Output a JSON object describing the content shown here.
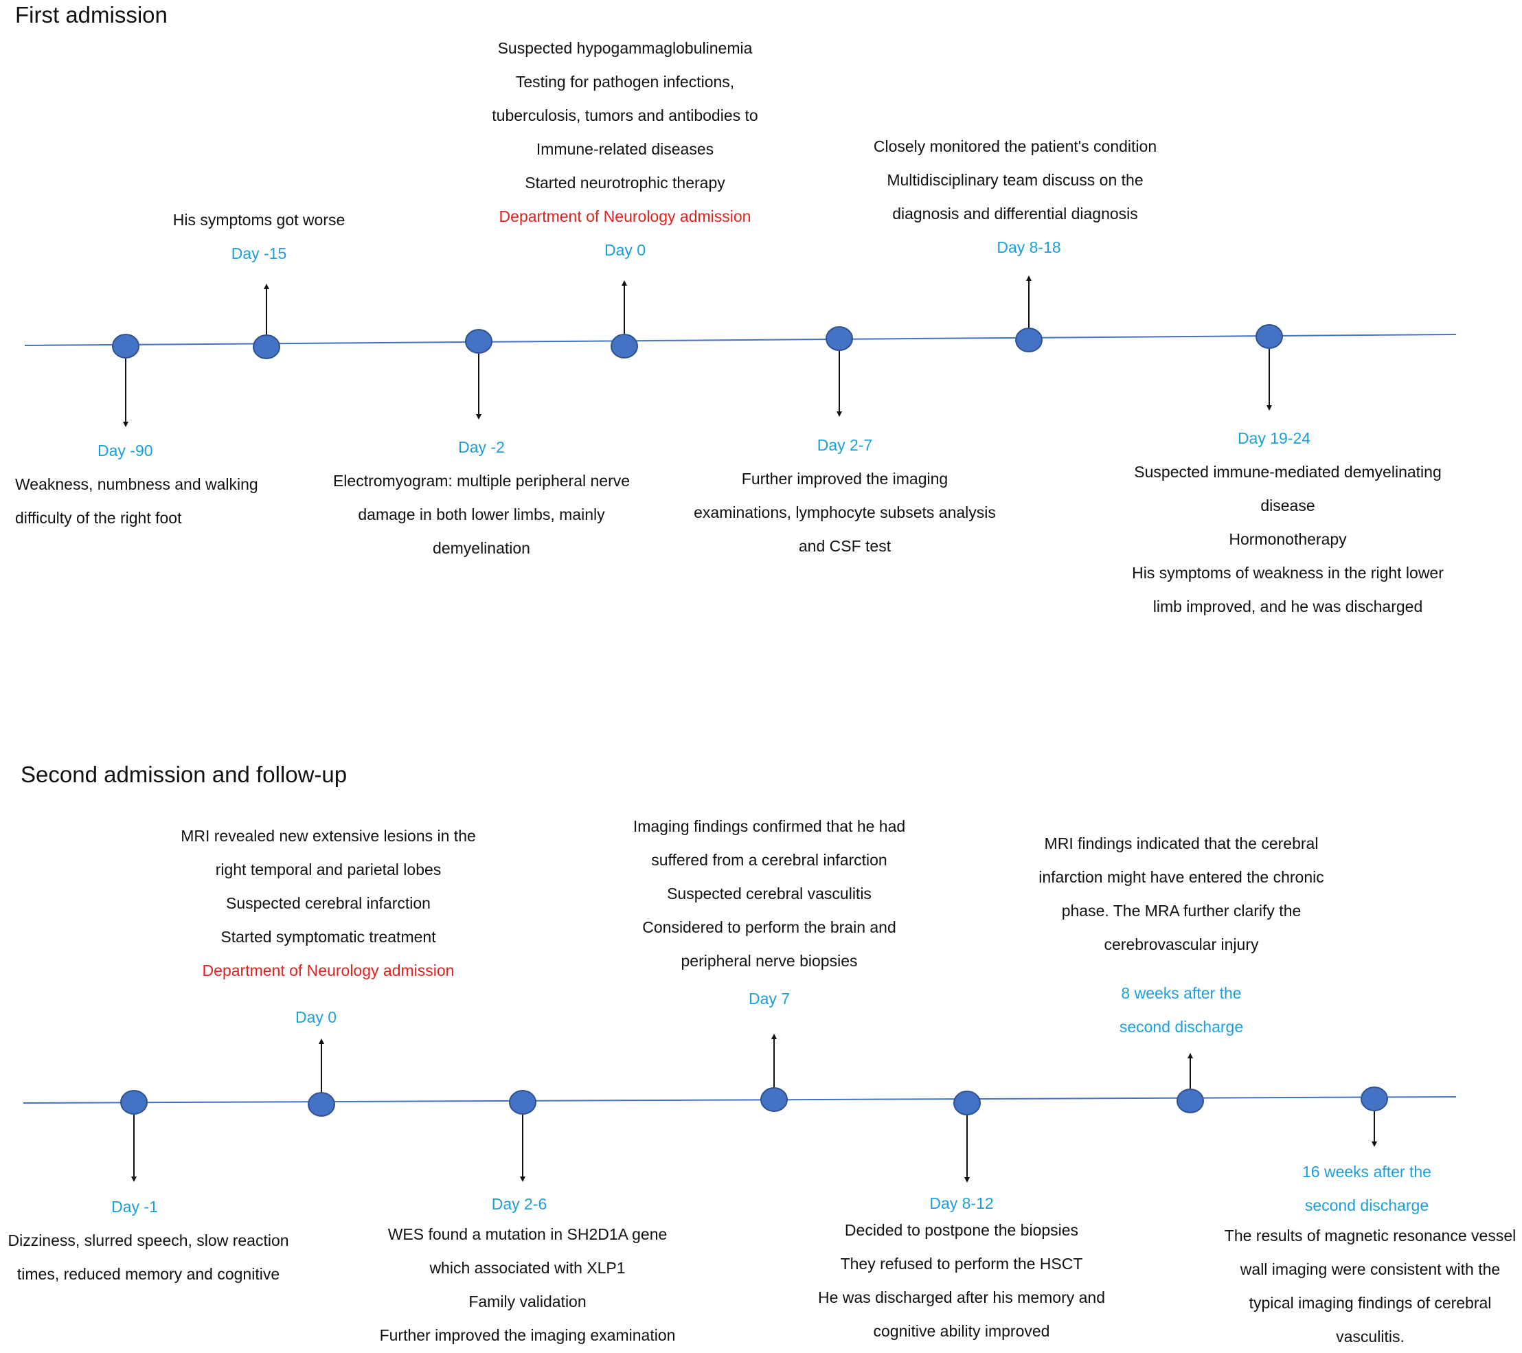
{
  "colors": {
    "timeline": "#4472c4",
    "node_fill": "#4472c4",
    "node_stroke": "#2f528f",
    "day_label": "#1a9fdc",
    "admission_label": "#e0221e",
    "text": "#111111",
    "arrow": "#111111"
  },
  "first": {
    "title": "First admission",
    "day_m90": {
      "day": "Day -90",
      "lines": [
        "Weakness,  numbness  and  walking",
        "difficulty of the right foot"
      ]
    },
    "day_m15": {
      "day": "Day -15",
      "lines": [
        "His symptoms got worse"
      ]
    },
    "day_m2": {
      "day": "Day -2",
      "lines": [
        "Electromyogram: multiple peripheral nerve",
        "damage in both lower limbs, mainly",
        "demyelination"
      ]
    },
    "day_0": {
      "day": "Day 0",
      "lines": [
        "Suspected hypogammaglobulinemia",
        "Testing for pathogen infections,",
        "tuberculosis, tumors and antibodies to",
        "Immune-related diseases",
        "Started neurotrophic therapy"
      ],
      "admission": "Department of Neurology admission"
    },
    "day_2_7": {
      "day": "Day 2-7",
      "lines": [
        "Further improved the imaging",
        "examinations, lymphocyte subsets analysis",
        "and CSF test"
      ]
    },
    "day_8_18": {
      "day": "Day 8-18",
      "lines": [
        "Closely monitored the patient's condition",
        "Multidisciplinary team discuss on the",
        "diagnosis and differential diagnosis"
      ]
    },
    "day_19_24": {
      "day": "Day 19-24",
      "lines": [
        "Suspected immune-mediated demyelinating",
        "disease",
        "Hormonotherapy",
        "His symptoms of weakness in the right lower",
        "limb improved, and he was discharged"
      ]
    }
  },
  "second": {
    "title": "Second admission and follow-up",
    "day_m1": {
      "day": "Day -1",
      "lines": [
        "Dizziness, slurred speech, slow reaction",
        "times, reduced memory and cognitive"
      ]
    },
    "day_0": {
      "day": "Day 0",
      "lines": [
        "MRI revealed new extensive lesions in the",
        "right temporal and parietal lobes",
        "Suspected cerebral infarction",
        "Started symptomatic treatment"
      ],
      "admission": "Department of Neurology admission"
    },
    "day_2_6": {
      "day": "Day 2-6",
      "lines": [
        "WES found a mutation in SH2D1A gene",
        "which associated with XLP1",
        "Family validation",
        "Further improved the imaging examination"
      ]
    },
    "day_7": {
      "day": "Day 7",
      "lines": [
        "Imaging findings confirmed that he had",
        "suffered from a cerebral infarction",
        "Suspected cerebral vasculitis",
        "Considered to perform the brain and",
        "peripheral nerve biopsies"
      ]
    },
    "day_8_12": {
      "day": "Day 8-12",
      "lines": [
        "Decided to postpone the biopsies",
        "They refused to perform the HSCT",
        "He was discharged after his memory and",
        "cognitive ability improved"
      ]
    },
    "week_8": {
      "day_lines": [
        "8 weeks after the",
        "second discharge"
      ],
      "lines": [
        "MRI findings indicated that the cerebral",
        "infarction might have entered the chronic",
        "phase. The MRA further clarify the",
        "cerebrovascular injury"
      ]
    },
    "week_16": {
      "day_lines": [
        "16 weeks after the",
        "second discharge"
      ],
      "lines": [
        "The results of magnetic resonance vessel",
        "wall imaging were consistent with the",
        "typical imaging findings of cerebral",
        "vasculitis."
      ]
    }
  }
}
